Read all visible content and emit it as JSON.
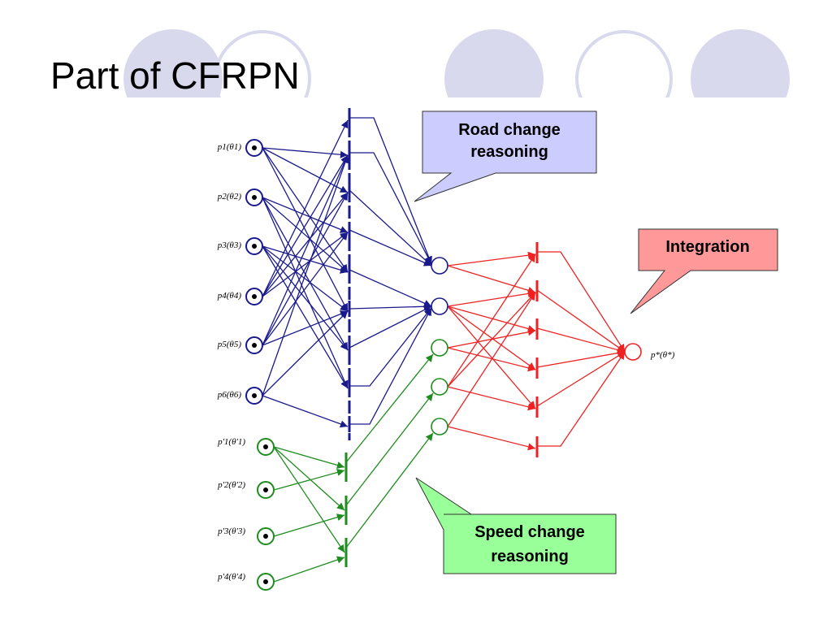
{
  "slide": {
    "title": "Part of CFRPN"
  },
  "callouts": {
    "road": "Road change reasoning",
    "road_line1": "Road change",
    "road_line2": "reasoning",
    "integration": "Integration",
    "speed": "Speed change reasoning",
    "speed_line1": "Speed change",
    "speed_line2": "reasoning"
  },
  "places": {
    "road": [
      "p1(θ1)",
      "p2(θ2)",
      "p3(θ3)",
      "p4(θ4)",
      "p5(θ5)",
      "p6(θ6)"
    ],
    "speed": [
      "p'1(θ'1)",
      "p'2(θ'2)",
      "p'3(θ'3)",
      "p'4(θ'4)"
    ],
    "output": "p*(θ*)"
  },
  "colors": {
    "road": "#1a1a8c",
    "speed": "#1e8c1e",
    "integration": "#ee2222",
    "decor_circle": "#d9d9ee",
    "road_callout": "#ccccff",
    "integration_callout": "#ff9999",
    "speed_callout": "#99ff99"
  }
}
